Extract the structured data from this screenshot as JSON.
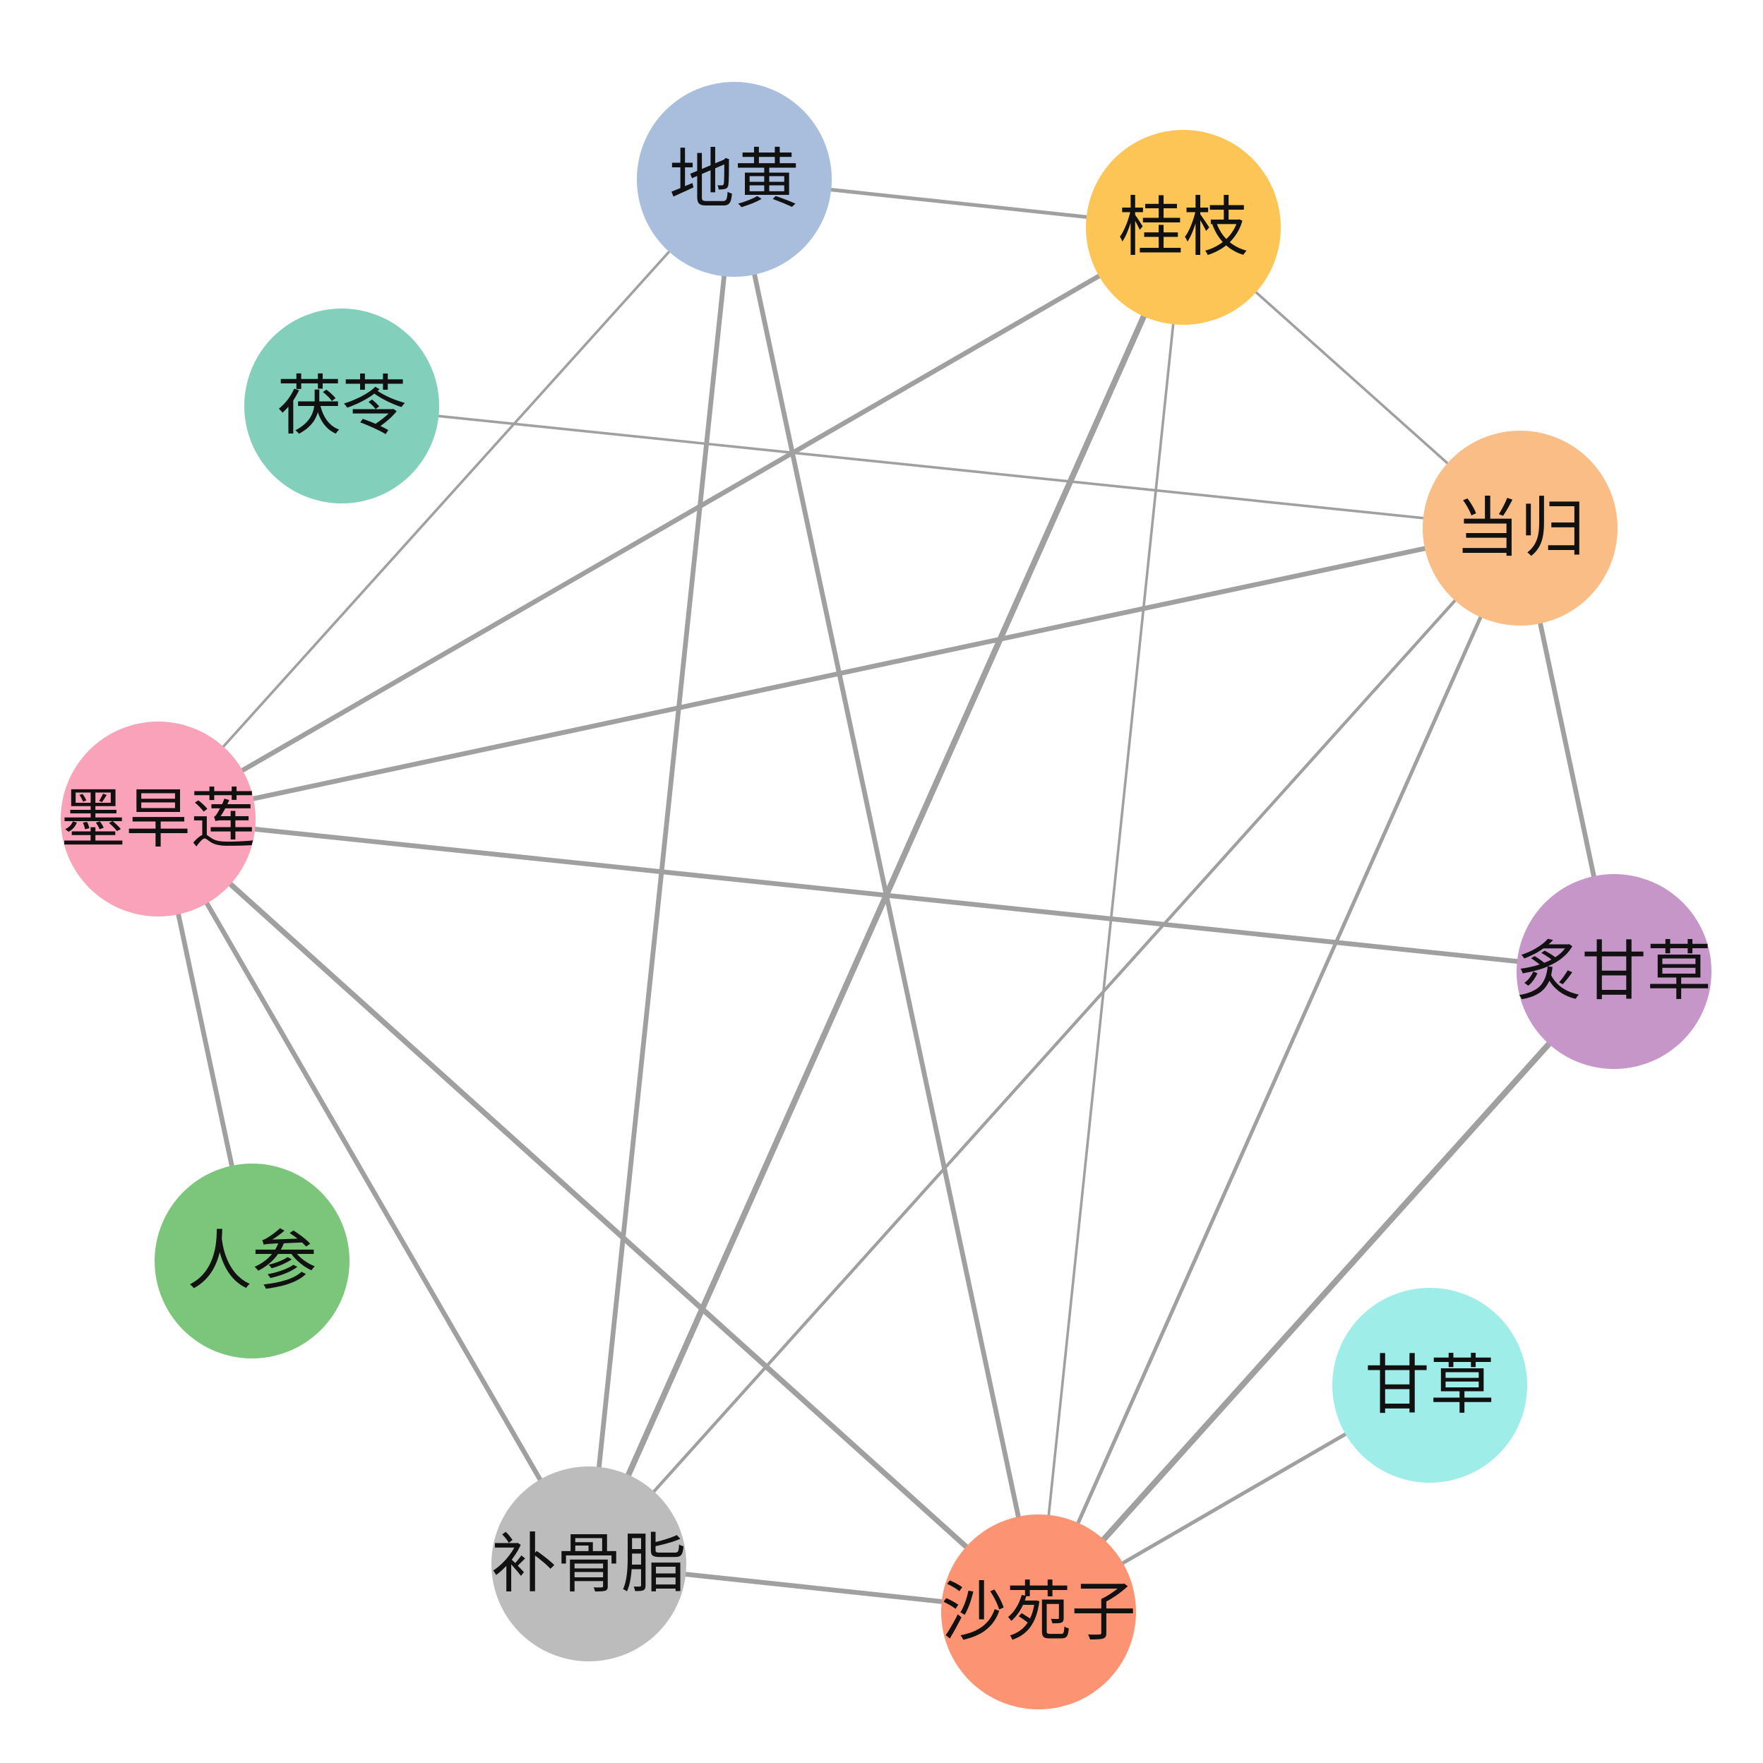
{
  "nodes": [
    {
      "id": "dihuang",
      "label": "地黄",
      "color": "#a8bedc"
    },
    {
      "id": "guizhi",
      "label": "桂枝",
      "color": "#fdc555"
    },
    {
      "id": "fuling",
      "label": "茯苓",
      "color": "#82cfbc"
    },
    {
      "id": "danggui",
      "label": "当归",
      "color": "#fabd85"
    },
    {
      "id": "mohanlian",
      "label": "墨旱莲",
      "color": "#f9a2b9"
    },
    {
      "id": "zhigancao",
      "label": "炙甘草",
      "color": "#c796c9"
    },
    {
      "id": "renshen",
      "label": "人参",
      "color": "#7bc67a"
    },
    {
      "id": "gancao",
      "label": "甘草",
      "color": "#9fede9"
    },
    {
      "id": "buguzhi",
      "label": "补骨脂",
      "color": "#bcbcbc"
    },
    {
      "id": "shayuanzi",
      "label": "沙苑子",
      "color": "#fc9473"
    }
  ],
  "edges": [
    {
      "source": "dihuang",
      "target": "guizhi",
      "weight": 2
    },
    {
      "source": "dihuang",
      "target": "mohanlian",
      "weight": 1
    },
    {
      "source": "dihuang",
      "target": "buguzhi",
      "weight": 3
    },
    {
      "source": "dihuang",
      "target": "shayuanzi",
      "weight": 3
    },
    {
      "source": "guizhi",
      "target": "mohanlian",
      "weight": 3
    },
    {
      "source": "guizhi",
      "target": "buguzhi",
      "weight": 4
    },
    {
      "source": "guizhi",
      "target": "shayuanzi",
      "weight": 1
    },
    {
      "source": "guizhi",
      "target": "danggui",
      "weight": 1
    },
    {
      "source": "fuling",
      "target": "danggui",
      "weight": 1
    },
    {
      "source": "danggui",
      "target": "mohanlian",
      "weight": 3
    },
    {
      "source": "danggui",
      "target": "buguzhi",
      "weight": 1.5
    },
    {
      "source": "danggui",
      "target": "shayuanzi",
      "weight": 2
    },
    {
      "source": "danggui",
      "target": "zhigancao",
      "weight": 3
    },
    {
      "source": "mohanlian",
      "target": "zhigancao",
      "weight": 3
    },
    {
      "source": "mohanlian",
      "target": "renshen",
      "weight": 3
    },
    {
      "source": "mohanlian",
      "target": "buguzhi",
      "weight": 3
    },
    {
      "source": "mohanlian",
      "target": "shayuanzi",
      "weight": 3.5
    },
    {
      "source": "zhigancao",
      "target": "shayuanzi",
      "weight": 4
    },
    {
      "source": "gancao",
      "target": "shayuanzi",
      "weight": 2
    },
    {
      "source": "buguzhi",
      "target": "shayuanzi",
      "weight": 3
    }
  ]
}
